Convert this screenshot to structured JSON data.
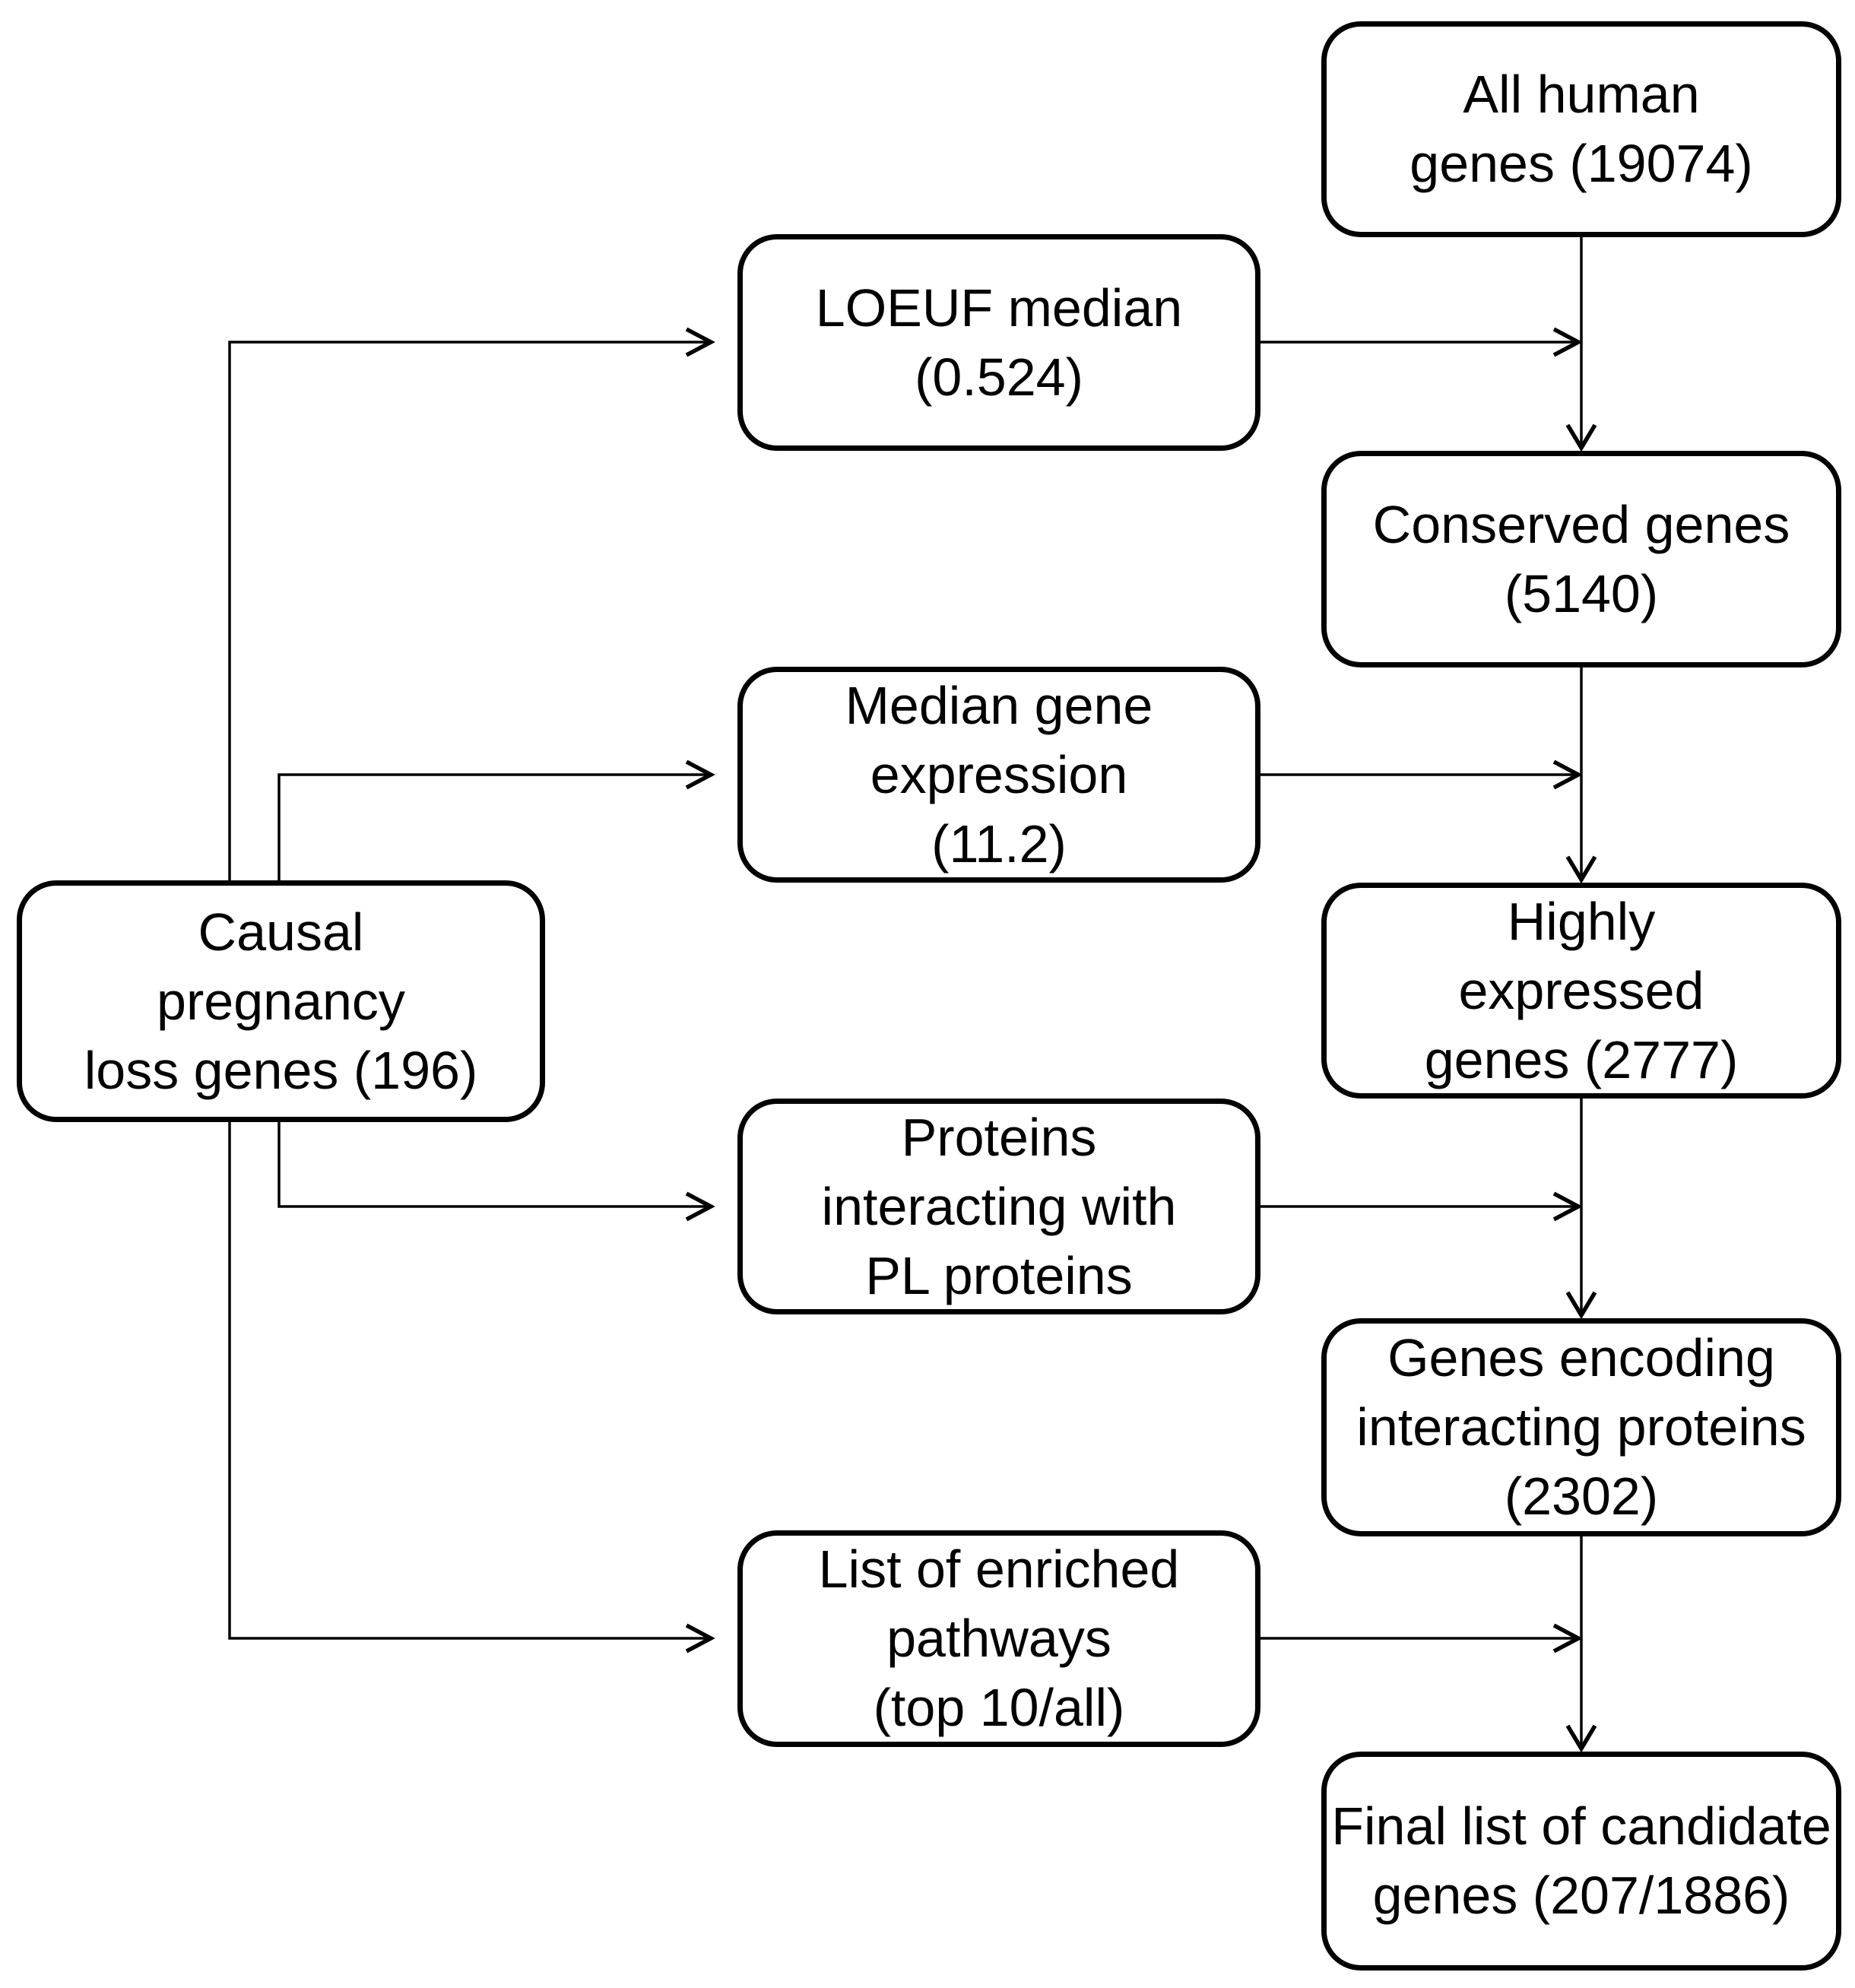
{
  "diagram": {
    "title": "Candidate pregnancy-loss gene filtering flowchart",
    "source_box": {
      "label": "Causal\npregnancy\nloss genes (196)"
    },
    "criteria_boxes": [
      {
        "label": "LOEUF median\n(0.524)"
      },
      {
        "label": "Median gene\nexpression\n(11.2)"
      },
      {
        "label": "Proteins\ninteracting with\nPL proteins"
      },
      {
        "label": "List of enriched\npathways\n(top 10/all)"
      }
    ],
    "pipeline_boxes": [
      {
        "label": "All human\ngenes (19074)"
      },
      {
        "label": "Conserved genes\n(5140)"
      },
      {
        "label": "Highly\nexpressed\ngenes (2777)"
      },
      {
        "label": "Genes encoding\ninteracting proteins\n(2302)"
      },
      {
        "label": "Final list of candidate\ngenes (207/1886)"
      }
    ],
    "colors": {
      "stroke": "#000000",
      "fill": "#ffffff",
      "text": "#000000"
    }
  }
}
